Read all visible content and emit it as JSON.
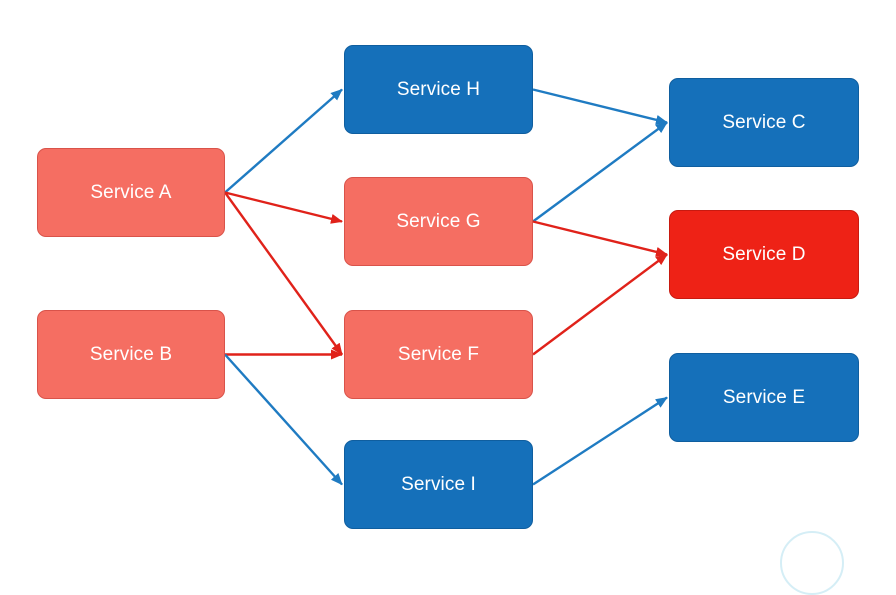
{
  "nodes": {
    "a": {
      "label": "Service A",
      "status": "failing"
    },
    "b": {
      "label": "Service B",
      "status": "failing"
    },
    "h": {
      "label": "Service H",
      "status": "healthy"
    },
    "g": {
      "label": "Service G",
      "status": "failing"
    },
    "f": {
      "label": "Service F",
      "status": "failing"
    },
    "i": {
      "label": "Service I",
      "status": "healthy"
    },
    "c": {
      "label": "Service C",
      "status": "healthy"
    },
    "d": {
      "label": "Service D",
      "status": "critical"
    },
    "e": {
      "label": "Service E",
      "status": "healthy"
    }
  },
  "edges": [
    {
      "from": "a",
      "to": "h",
      "color": "blue"
    },
    {
      "from": "a",
      "to": "g",
      "color": "red"
    },
    {
      "from": "a",
      "to": "f",
      "color": "red"
    },
    {
      "from": "b",
      "to": "f",
      "color": "red"
    },
    {
      "from": "b",
      "to": "i",
      "color": "blue"
    },
    {
      "from": "h",
      "to": "c",
      "color": "blue"
    },
    {
      "from": "g",
      "to": "c",
      "color": "blue"
    },
    {
      "from": "g",
      "to": "d",
      "color": "red"
    },
    {
      "from": "f",
      "to": "d",
      "color": "red"
    },
    {
      "from": "i",
      "to": "e",
      "color": "blue"
    }
  ],
  "colors": {
    "failing": "#f56e62",
    "healthy": "#1570ba",
    "critical": "#ee2216",
    "edge_red": "#e0221a",
    "edge_blue": "#1f7bc2"
  }
}
